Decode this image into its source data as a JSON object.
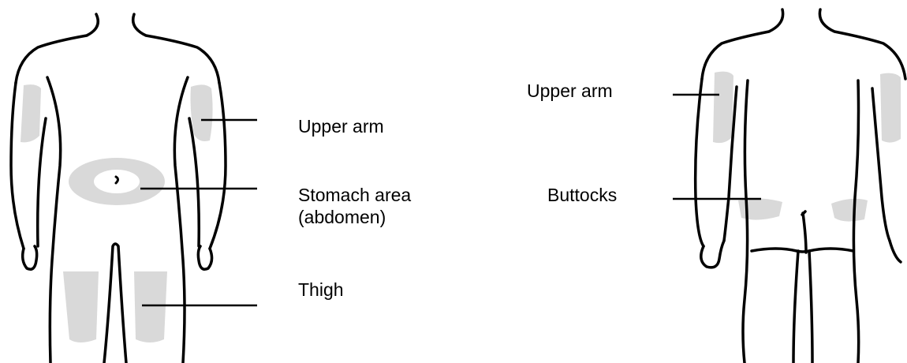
{
  "colors": {
    "outline": "#000000",
    "injection_site": "#d9d9d9",
    "background": "#ffffff"
  },
  "front_view": {
    "labels": {
      "upper_arm": "Upper arm",
      "stomach_line1": "Stomach area",
      "stomach_line2": "(abdomen)",
      "thigh": "Thigh"
    }
  },
  "back_view": {
    "labels": {
      "upper_arm": "Upper arm",
      "buttocks": "Buttocks"
    }
  }
}
